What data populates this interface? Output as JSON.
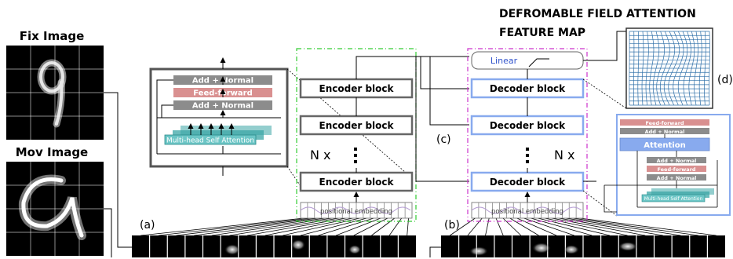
{
  "labels": {
    "fix_image": "Fix Image",
    "mov_image": "Mov Image",
    "title_line1": "DEFROMABLE FIELD ATTENTION",
    "title_line2": "FEATURE MAP",
    "panel_a": "(a)",
    "panel_b": "(b)",
    "panel_c": "(c)",
    "panel_d": "(d)",
    "nx_encoder": "N x",
    "nx_decoder": "N x"
  },
  "encoder_detail": {
    "add_normal_top": "Add + Normal",
    "feed_forward": "Feed-forward",
    "add_normal_bottom": "Add + Normal",
    "attention": "Multi-head Self Attention"
  },
  "encoder_stack": {
    "blocks": [
      "Encoder block",
      "Encoder block",
      "Encoder block"
    ],
    "embedding": "positional embedding"
  },
  "decoder_stack": {
    "linear": "Linear",
    "blocks": [
      "Decoder block",
      "Decoder block",
      "Decoder block"
    ],
    "embedding": "positional embedding"
  },
  "decoder_detail": {
    "feed_forward_top": "Feed-forward",
    "add_normal_top": "Add + Normal",
    "attention": "Attention",
    "add_normal_mid": "Add + Normal",
    "feed_forward_mid": "Feed-forward",
    "add_normal_low": "Add + Normal",
    "self_attention": "Multi-head Self Attention"
  },
  "colors": {
    "encoder_border": "#33cc33",
    "decoder_border": "#cc33cc",
    "decoder_block": "#88aaee",
    "gray_bar": "#8c8c8c",
    "pink_bar": "#d99090",
    "teal": "#3aa6a6",
    "grid_blue": "#2e6fa8"
  }
}
